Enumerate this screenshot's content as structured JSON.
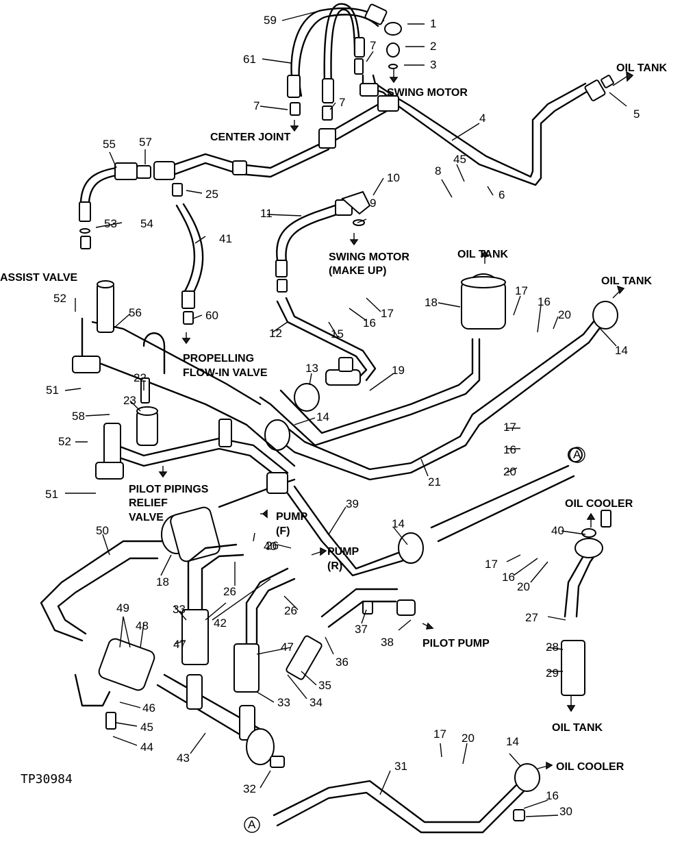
{
  "figure_id": "TP30984",
  "colors": {
    "ink": "#000000",
    "paper": "#ffffff"
  },
  "destinations": [
    {
      "key": "oil_tank_1",
      "text": "OIL TANK"
    },
    {
      "key": "swing_motor",
      "text": "SWING MOTOR"
    },
    {
      "key": "center_joint",
      "text": "CENTER JOINT"
    },
    {
      "key": "assist_valve",
      "text": "ASSIST VALVE"
    },
    {
      "key": "swing_motor_makeup_1",
      "text": "SWING MOTOR"
    },
    {
      "key": "swing_motor_makeup_2",
      "text": "(MAKE UP)"
    },
    {
      "key": "oil_tank_2",
      "text": "OIL TANK"
    },
    {
      "key": "oil_tank_3",
      "text": "OIL TANK"
    },
    {
      "key": "propelling_1",
      "text": "PROPELLING"
    },
    {
      "key": "propelling_2",
      "text": "FLOW-IN VALVE"
    },
    {
      "key": "pilot_1",
      "text": "PILOT PIPINGS"
    },
    {
      "key": "pilot_2",
      "text": "RELIEF"
    },
    {
      "key": "pilot_3",
      "text": "VALVE"
    },
    {
      "key": "pump_f_1",
      "text": "PUMP"
    },
    {
      "key": "pump_f_2",
      "text": "(F)"
    },
    {
      "key": "pump_r_1",
      "text": "PUMP"
    },
    {
      "key": "pump_r_2",
      "text": "(R)"
    },
    {
      "key": "oil_cooler_1",
      "text": "OIL COOLER"
    },
    {
      "key": "pilot_pump",
      "text": "PILOT PUMP"
    },
    {
      "key": "oil_tank_4",
      "text": "OIL TANK"
    },
    {
      "key": "oil_cooler_2",
      "text": "OIL COOLER"
    },
    {
      "key": "ref_a_1",
      "text": "A"
    },
    {
      "key": "ref_a_2",
      "text": "A"
    }
  ],
  "callouts": [
    "59",
    "1",
    "2",
    "7",
    "61",
    "3",
    "7",
    "7",
    "4",
    "5",
    "55",
    "57",
    "8",
    "45",
    "6",
    "10",
    "25",
    "9",
    "11",
    "53",
    "54",
    "41",
    "52",
    "17",
    "18",
    "17",
    "16",
    "20",
    "14",
    "56",
    "16",
    "60",
    "12",
    "15",
    "22",
    "13",
    "19",
    "23",
    "58",
    "14",
    "52",
    "17",
    "16",
    "21",
    "20",
    "51",
    "51",
    "39",
    "50",
    "14",
    "40",
    "26",
    "40",
    "17",
    "16",
    "20",
    "18",
    "26",
    "26",
    "42",
    "33",
    "27",
    "37",
    "38",
    "36",
    "49",
    "48",
    "47",
    "47",
    "28",
    "29",
    "35",
    "34",
    "33",
    "46",
    "45",
    "44",
    "43",
    "32",
    "17",
    "20",
    "14",
    "31",
    "16",
    "30"
  ]
}
